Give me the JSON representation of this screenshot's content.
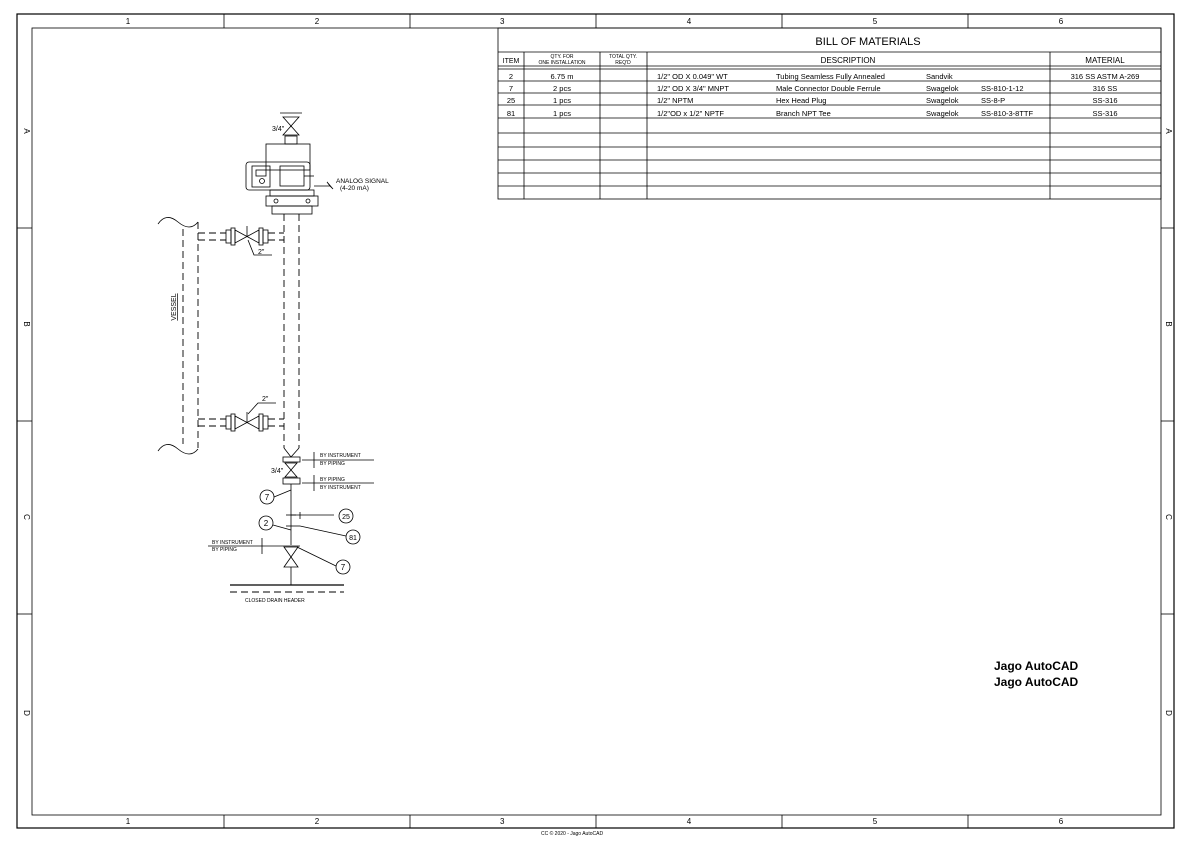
{
  "grid": {
    "columns": [
      "1",
      "2",
      "3",
      "4",
      "5",
      "6"
    ],
    "rows": [
      "A",
      "B",
      "C",
      "D"
    ]
  },
  "bom": {
    "title": "BILL OF MATERIALS",
    "headers": {
      "item": "ITEM",
      "qty_line1": "QTY. FOR",
      "qty_line2": "ONE INSTALLATION",
      "total_line1": "TOTAL QTY.",
      "total_line2": "REQ'D",
      "description": "DESCRIPTION",
      "material": "MATERIAL"
    },
    "rows": [
      {
        "item": "2",
        "qty": "6.75 m",
        "size": "1/2\" OD X 0.049\" WT",
        "desc": "Tubing Seamless Fully Annealed",
        "vendor": "Sandvik",
        "part": "",
        "material": "316 SS ASTM A-269"
      },
      {
        "item": "7",
        "qty": "2 pcs",
        "size": "1/2\" OD X 3/4\" MNPT",
        "desc": "Male Connector Double Ferrule",
        "vendor": "Swagelok",
        "part": "SS-810-1-12",
        "material": "316 SS"
      },
      {
        "item": "25",
        "qty": "1 pcs",
        "size": "1/2\" NPTM",
        "desc": "Hex  Head Plug",
        "vendor": "Swagelok",
        "part": "SS-8-P",
        "material": "SS-316"
      },
      {
        "item": "81",
        "qty": "1 pcs",
        "size": "1/2\"OD x 1/2\" NPTF",
        "desc": "Branch NPT Tee",
        "vendor": "Swagelok",
        "part": "SS-810-3-8TTF",
        "material": "SS-316"
      }
    ]
  },
  "drawing": {
    "size_top": "3/4\"",
    "analog_line1": "ANALOG SIGNAL",
    "analog_line2": "(4-20 mA)",
    "valve_size_upper": "2\"",
    "valve_size_lower": "2\"",
    "vessel": "VESSEL",
    "by_instrument": "BY INSTRUMENT",
    "by_piping": "BY PIPING",
    "size_bottom": "3/4\"",
    "balloon_7": "7",
    "balloon_2": "2",
    "balloon_25": "25",
    "balloon_81": "81",
    "closed_drain": "CLOSED DRAIN HEADER"
  },
  "watermark": [
    "Jago AutoCAD",
    "Jago AutoCAD"
  ],
  "footer": "CC © 2020 - Jago AutoCAD"
}
